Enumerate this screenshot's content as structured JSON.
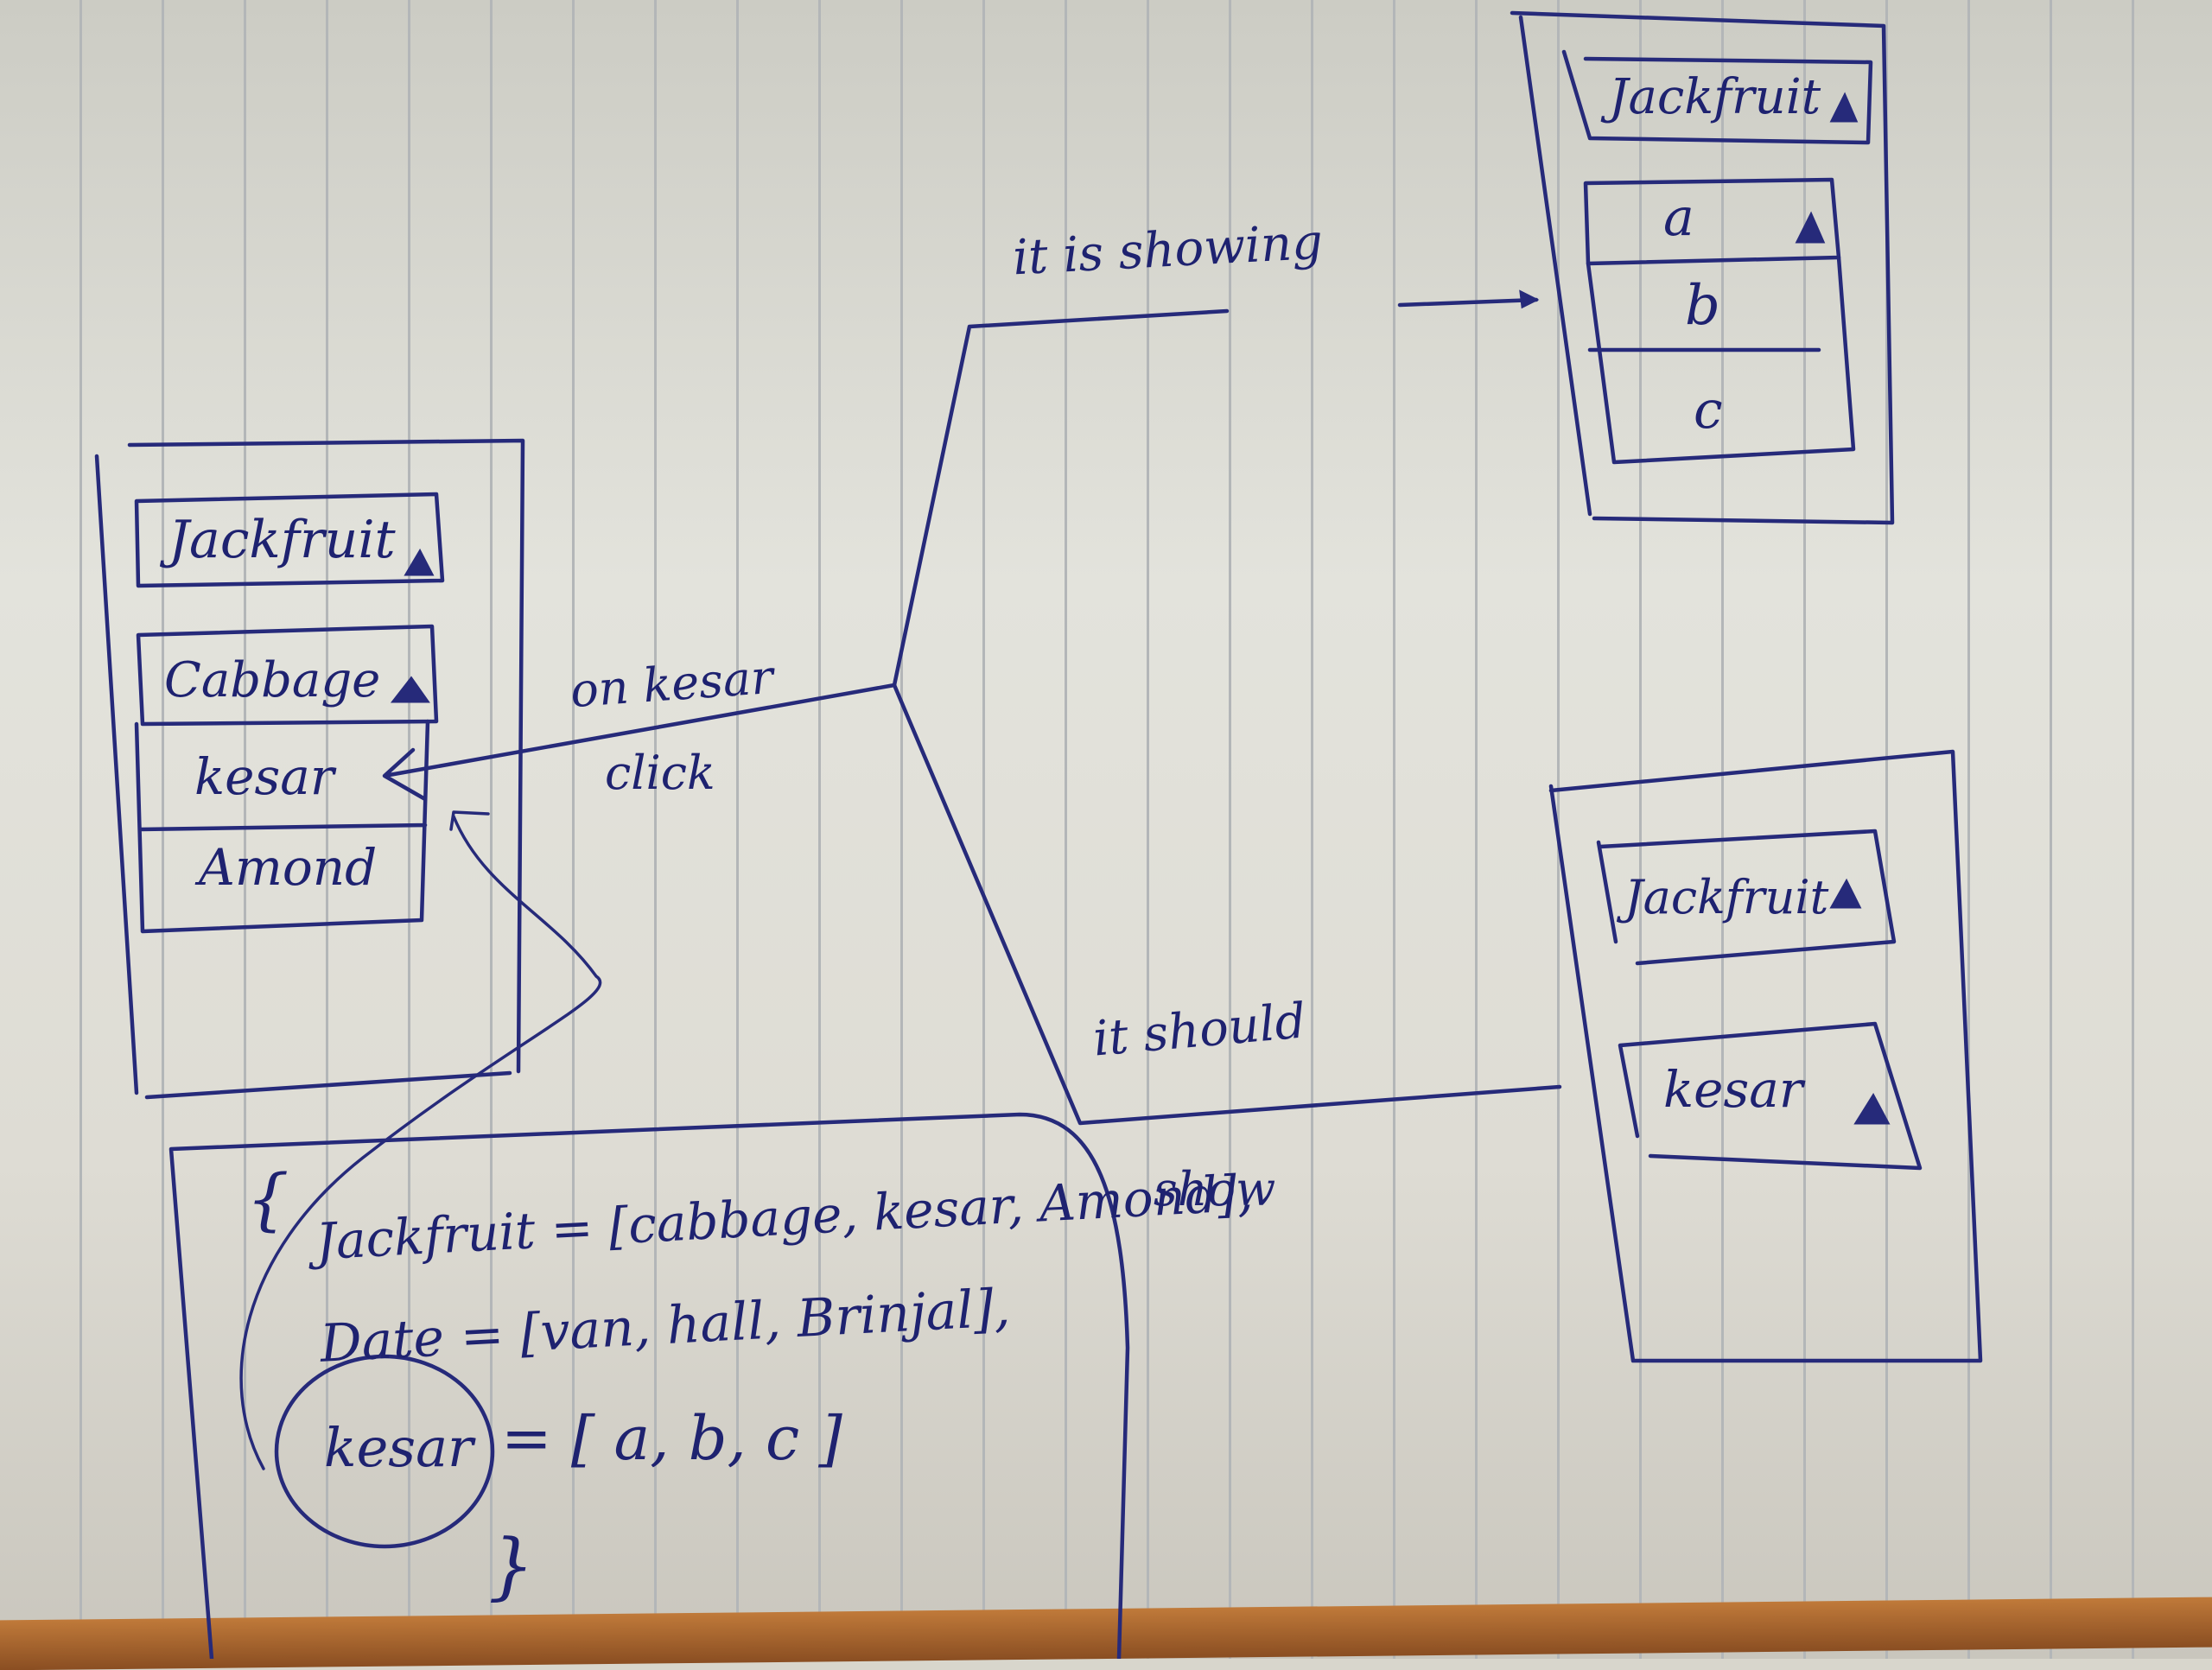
{
  "left_phone": {
    "spinner1": "Jackfruit",
    "spinner2": "Cabbage",
    "list_items": [
      "kesar",
      "Amond"
    ]
  },
  "top_right_phone": {
    "spinner1": "Jackfruit",
    "spinner2": "a",
    "list_items": [
      "b",
      "c"
    ]
  },
  "bottom_right_phone": {
    "spinner1": "Jackfruit",
    "spinner2": "kesar"
  },
  "labels": {
    "on_kesar": "on kesar",
    "click": "click",
    "it_is_showing": "it is showing",
    "it_should": "it should",
    "show": "show"
  },
  "code": {
    "open": "{",
    "line1": "Jackfruit = [cabbage, kesar, Amond],",
    "line2": "Date = [van, hall, Brinjal],",
    "line3_key": "kesar",
    "line3_rest": "= [ a, b, c ]",
    "close": "}"
  },
  "colors": {
    "ink": "#262a7a",
    "paper": "#e0dfd8",
    "paper_line": "#b3b6b8"
  }
}
